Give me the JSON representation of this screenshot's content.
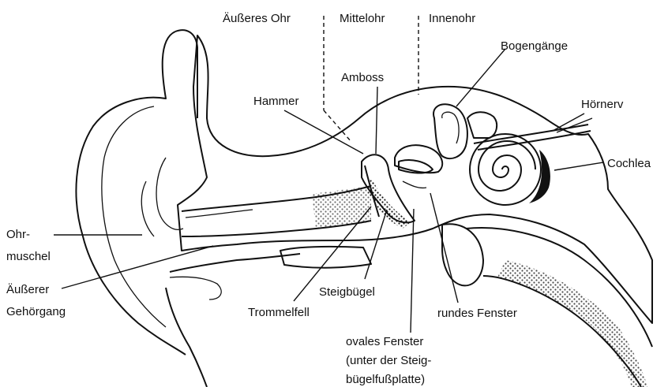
{
  "labels": {
    "outer_ear_region": "Äußeres Ohr",
    "middle_ear_region": "Mittelohr",
    "inner_ear_region": "Innenohr",
    "semicircular_canals": "Bogengänge",
    "incus": "Amboss",
    "malleus": "Hammer",
    "auditory_nerve": "Hörnerv",
    "cochlea": "Cochlea",
    "pinna_line1": "Ohr-",
    "pinna_line2": "muschel",
    "ear_canal_line1": "Äußerer",
    "ear_canal_line2": "Gehörgang",
    "stapes": "Steigbügel",
    "eardrum": "Trommelfell",
    "round_window": "rundes Fenster",
    "oval_window_line1": "ovales Fenster",
    "oval_window_line2": "(unter der Steig-",
    "oval_window_line3": "bügelfußplatte)"
  }
}
